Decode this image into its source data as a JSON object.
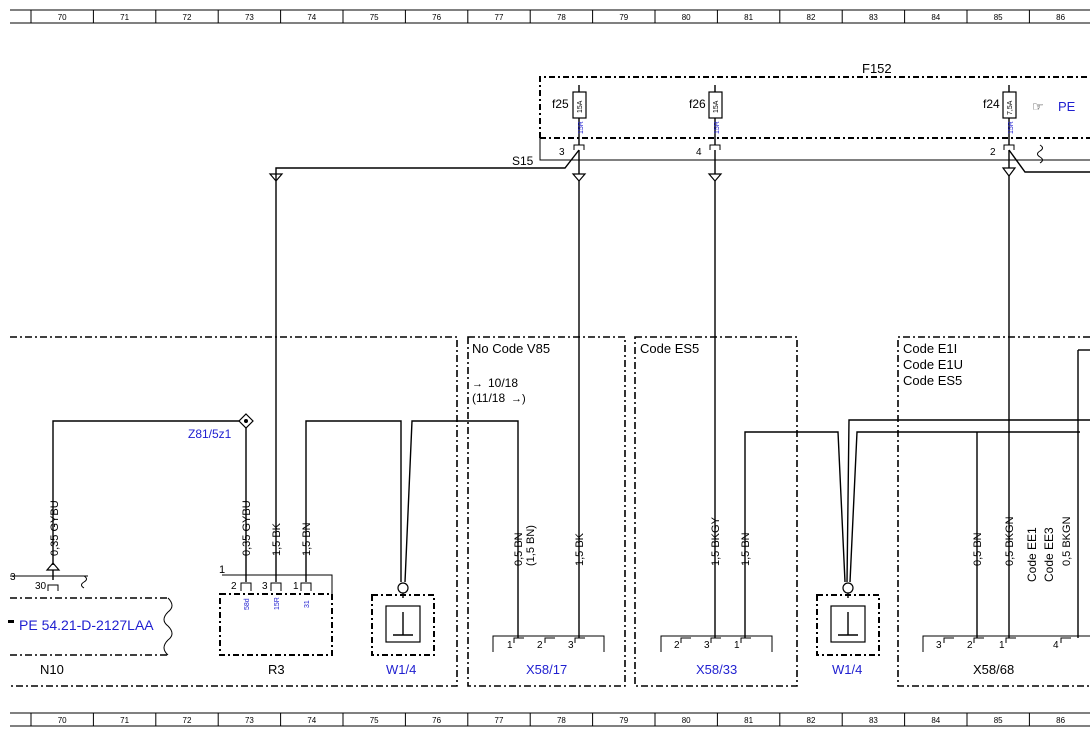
{
  "ruler": {
    "columns": [
      "70",
      "71",
      "72",
      "73",
      "74",
      "75",
      "76",
      "77",
      "78",
      "79",
      "80",
      "81",
      "82",
      "83",
      "84",
      "85",
      "86"
    ]
  },
  "fusebox": {
    "name": "F152",
    "pe_ref": "PE",
    "fuses": [
      {
        "name": "f25",
        "rating": "15A",
        "terminal_label": "15R",
        "pin": "3"
      },
      {
        "name": "f26",
        "rating": "15A",
        "terminal_label": "15R",
        "pin": "4"
      },
      {
        "name": "f24",
        "rating": "7,5A",
        "terminal_label": "15R",
        "pin": "2"
      }
    ],
    "bus_label": "S15"
  },
  "connector_ref": "Z81/5z1",
  "wires": [
    {
      "label": "0,35 GYBU"
    },
    {
      "label": "0,35 GYBU"
    },
    {
      "label": "1,5 BK"
    },
    {
      "label": "1,5 BN"
    },
    {
      "label": "0,5 BN",
      "label2": "(1,5 BN)"
    },
    {
      "label": "1,5 BK"
    },
    {
      "label": "1,5 BKGY"
    },
    {
      "label": "1,5 BN"
    },
    {
      "label": "0,5 BN"
    },
    {
      "label": "0,5 BKGN"
    },
    {
      "label": "0,5 BKGN"
    }
  ],
  "code_labels_vertical": [
    "Code EE1",
    "Code EE3"
  ],
  "regions": {
    "no_code_v85": {
      "title": "No Code V85",
      "ref1": "10/18",
      "ref2": "(11/18"
    },
    "code_es5": {
      "title": "Code ES5"
    },
    "code_e1": {
      "lines": [
        "Code E1I",
        "Code E1U",
        "Code ES5"
      ]
    }
  },
  "components": {
    "n10": {
      "name": "N10",
      "pe_link": "PE 54.21-D-2127LAA",
      "pin": "30",
      "edge_pin": "3"
    },
    "r3": {
      "name": "R3",
      "top_pin": "1",
      "pins": [
        "2",
        "3",
        "1"
      ],
      "pin_labels": [
        "58d",
        "15R",
        "31"
      ]
    },
    "w1_4_left": {
      "name": "W1/4"
    },
    "w1_4_right": {
      "name": "W1/4"
    },
    "x58_17": {
      "name": "X58/17",
      "pins": [
        "1",
        "2",
        "3"
      ]
    },
    "x58_33": {
      "name": "X58/33",
      "pins": [
        "2",
        "3",
        "1"
      ]
    },
    "x58_68": {
      "name": "X58/68",
      "pins": [
        "3",
        "2",
        "1",
        "4"
      ]
    }
  },
  "colors": {
    "link_blue": "#1f1fd0",
    "line": "#000000"
  }
}
